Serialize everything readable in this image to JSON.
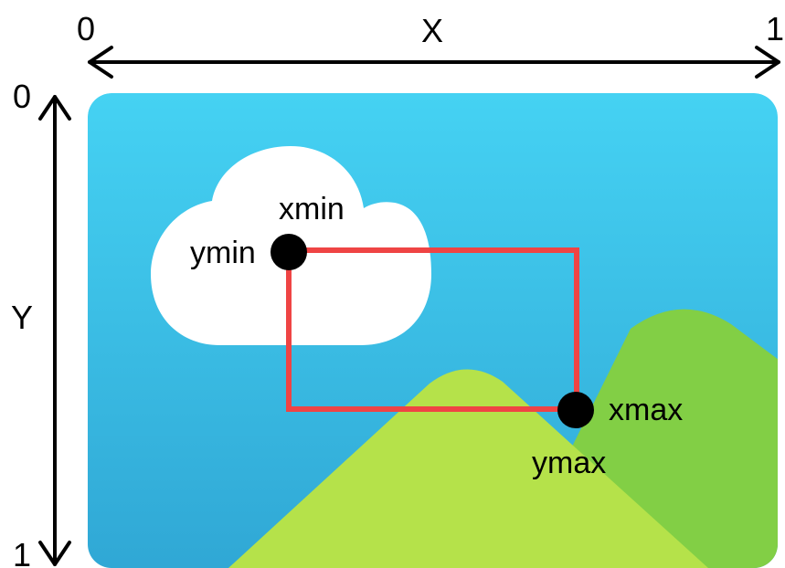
{
  "x_axis": {
    "label": "X",
    "start_tick": "0",
    "end_tick": "1"
  },
  "y_axis": {
    "label": "Y",
    "start_tick": "0",
    "end_tick": "1"
  },
  "bounding_box": {
    "top_left_labels": {
      "x": "xmin",
      "y": "ymin"
    },
    "bottom_right_labels": {
      "x": "xmax",
      "y": "ymax"
    }
  },
  "colors": {
    "sky_top": "#45d2f3",
    "sky_bottom": "#2fa6d4",
    "cloud": "#ffffff",
    "hill_back": "#82cf45",
    "hill_front": "#b5e24a",
    "box_stroke": "#ef4444",
    "point": "#000000",
    "axis": "#000000"
  }
}
